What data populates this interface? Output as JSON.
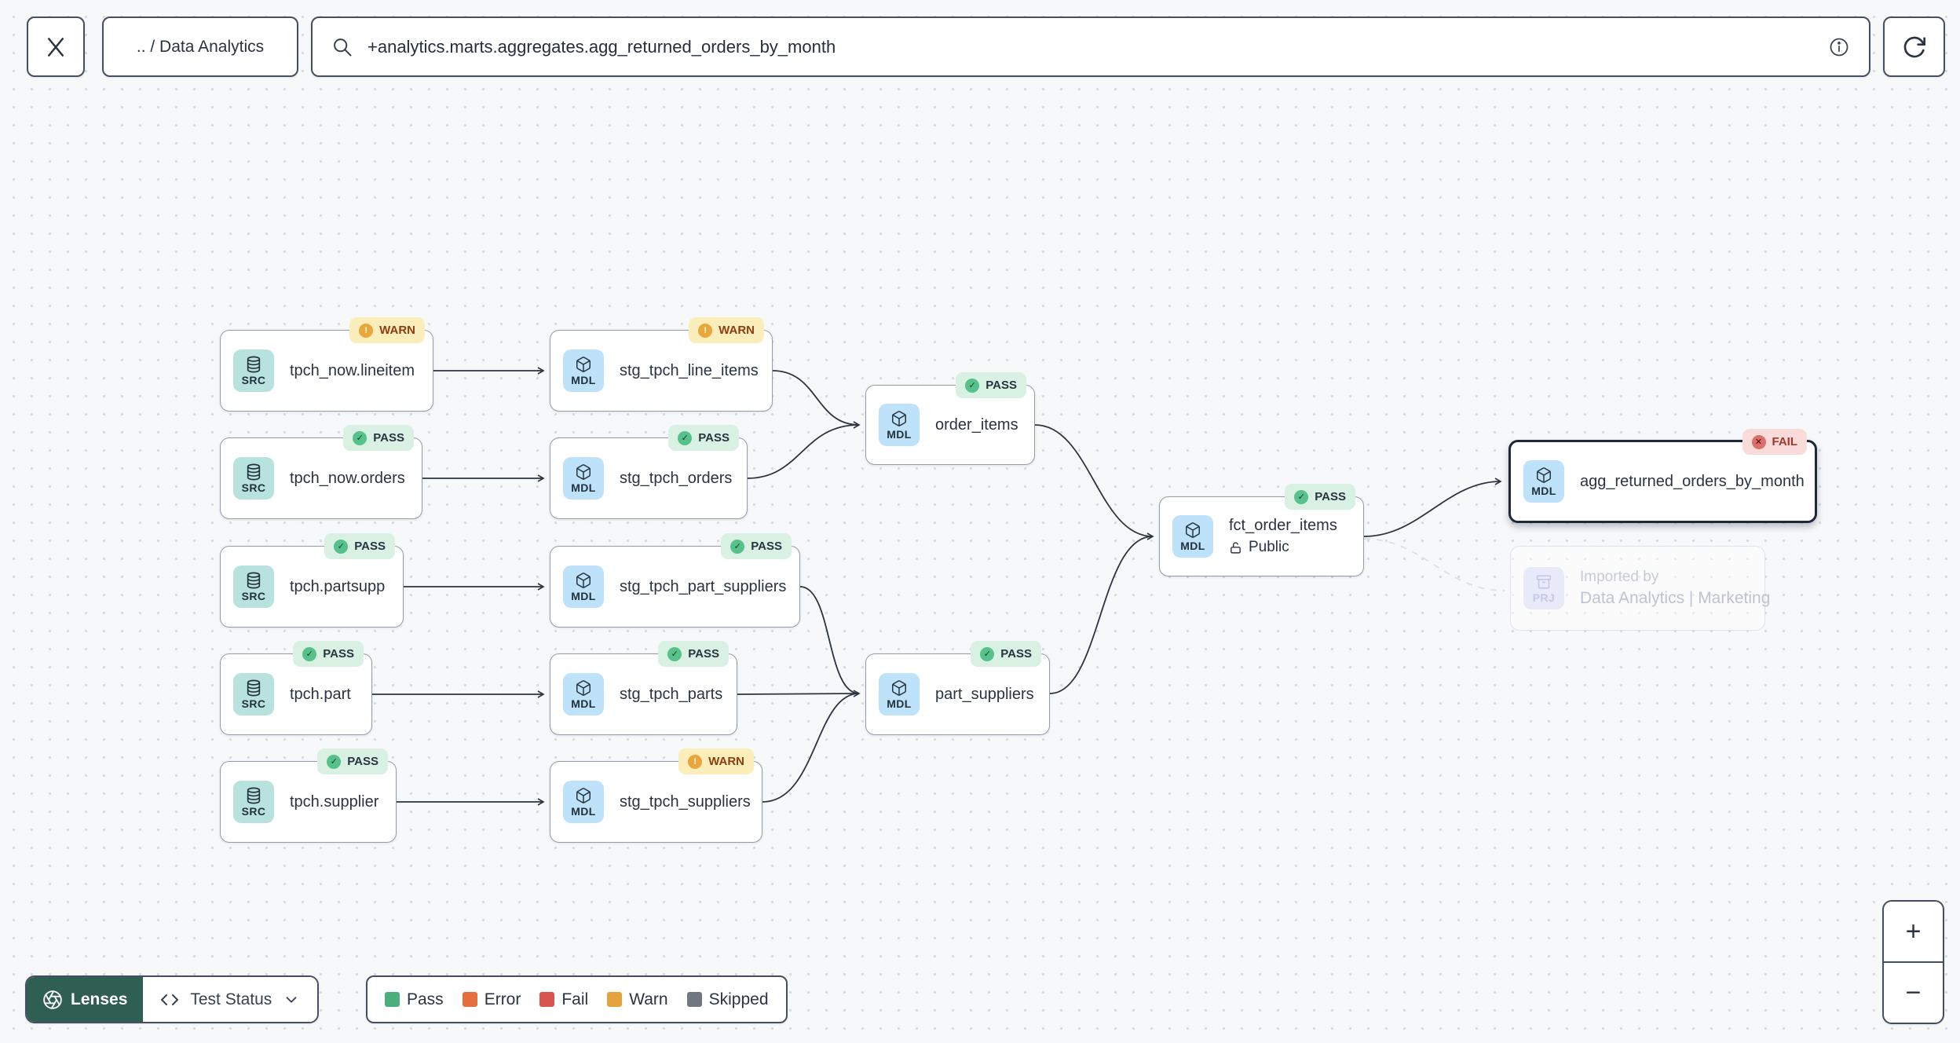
{
  "topbar": {
    "breadcrumb": ".. / Data Analytics",
    "search": {
      "value": "+analytics.marts.aggregates.agg_returned_orders_by_month"
    }
  },
  "icons": {
    "pass": "✓",
    "warn": "!",
    "fail": "✕"
  },
  "graph": {
    "nodes": [
      {
        "label": "tpch_now.lineitem",
        "kind": "SRC",
        "status": "WARN"
      },
      {
        "label": "stg_tpch_line_items",
        "kind": "MDL",
        "status": "WARN"
      },
      {
        "label": "tpch_now.orders",
        "kind": "SRC",
        "status": "PASS"
      },
      {
        "label": "stg_tpch_orders",
        "kind": "MDL",
        "status": "PASS"
      },
      {
        "label": "tpch.partsupp",
        "kind": "SRC",
        "status": "PASS"
      },
      {
        "label": "stg_tpch_part_suppliers",
        "kind": "MDL",
        "status": "PASS"
      },
      {
        "label": "tpch.part",
        "kind": "SRC",
        "status": "PASS"
      },
      {
        "label": "stg_tpch_parts",
        "kind": "MDL",
        "status": "PASS"
      },
      {
        "label": "tpch.supplier",
        "kind": "SRC",
        "status": "PASS"
      },
      {
        "label": "stg_tpch_suppliers",
        "kind": "MDL",
        "status": "WARN"
      },
      {
        "label": "order_items",
        "kind": "MDL",
        "status": "PASS"
      },
      {
        "label": "part_suppliers",
        "kind": "MDL",
        "status": "PASS"
      },
      {
        "label": "fct_order_items",
        "kind": "MDL",
        "status": "PASS",
        "access": "Public"
      },
      {
        "label": "agg_returned_orders_by_month",
        "kind": "MDL",
        "status": "FAIL",
        "selected": true
      }
    ],
    "ghost": {
      "kind": "PRJ",
      "title": "Imported by",
      "subtitle": "Data Analytics | Marketing"
    },
    "edges": [
      "tpch_now.lineitem → stg_tpch_line_items",
      "tpch_now.orders → stg_tpch_orders",
      "tpch.partsupp → stg_tpch_part_suppliers",
      "tpch.part → stg_tpch_parts",
      "tpch.supplier → stg_tpch_suppliers",
      "stg_tpch_line_items → order_items",
      "stg_tpch_orders → order_items",
      "stg_tpch_part_suppliers → part_suppliers",
      "stg_tpch_parts → part_suppliers",
      "stg_tpch_suppliers → part_suppliers",
      "order_items → fct_order_items",
      "part_suppliers → fct_order_items",
      "fct_order_items → agg_returned_orders_by_month",
      "fct_order_items ⇢ Imported by Data Analytics | Marketing (dashed)"
    ]
  },
  "footer": {
    "lenses_label": "Lenses",
    "lens_selected": "Test Status",
    "legend": [
      {
        "label": "Pass",
        "color": "#4cae7e"
      },
      {
        "label": "Error",
        "color": "#e56f3d"
      },
      {
        "label": "Fail",
        "color": "#d9534f"
      },
      {
        "label": "Warn",
        "color": "#e6a23c"
      },
      {
        "label": "Skipped",
        "color": "#71777f"
      }
    ]
  },
  "zoom_controls": {
    "zoom_in": "+",
    "zoom_out": "−"
  },
  "colors": {
    "lenses_green": "#2f5e52",
    "pass_badge": "#d8f1e2",
    "warn_badge": "#fbeeba",
    "fail_badge": "#f9dcda",
    "src_chip": "#b8e2dd",
    "mdl_chip": "#bde2f9",
    "canvas": "#f7f8fa",
    "edge": "#2b3440"
  }
}
